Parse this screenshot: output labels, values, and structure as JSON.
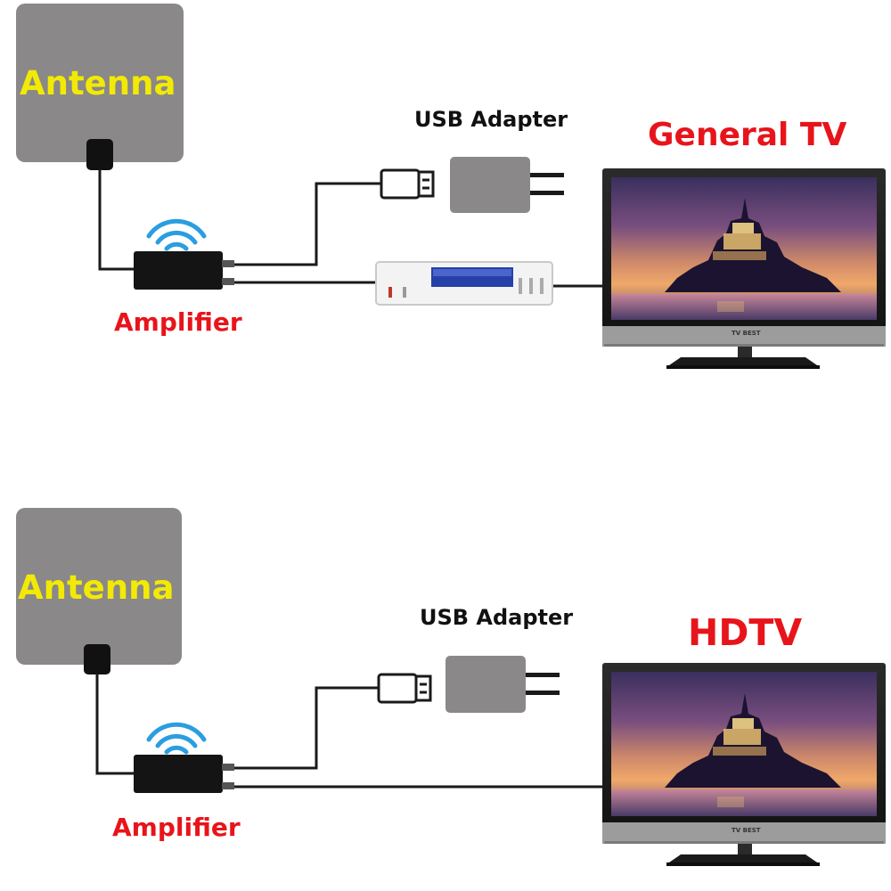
{
  "diagrams": [
    {
      "antenna_label": "Antenna",
      "amplifier_label": "Amplifier",
      "usb_adapter_label": "USB Adapter",
      "tv_label": "General TV",
      "tv_brand_text": "TV BEST"
    },
    {
      "antenna_label": "Antenna",
      "amplifier_label": "Amplifier",
      "usb_adapter_label": "USB Adapter",
      "tv_label": "HDTV",
      "tv_brand_text": "TV BEST"
    }
  ],
  "colors": {
    "antenna_panel": "#8a8888",
    "label_yellow": "#f2ea05",
    "label_red": "#e8141b",
    "wifi_blue": "#2a9ee0",
    "cable_black": "#1a1a1a"
  }
}
